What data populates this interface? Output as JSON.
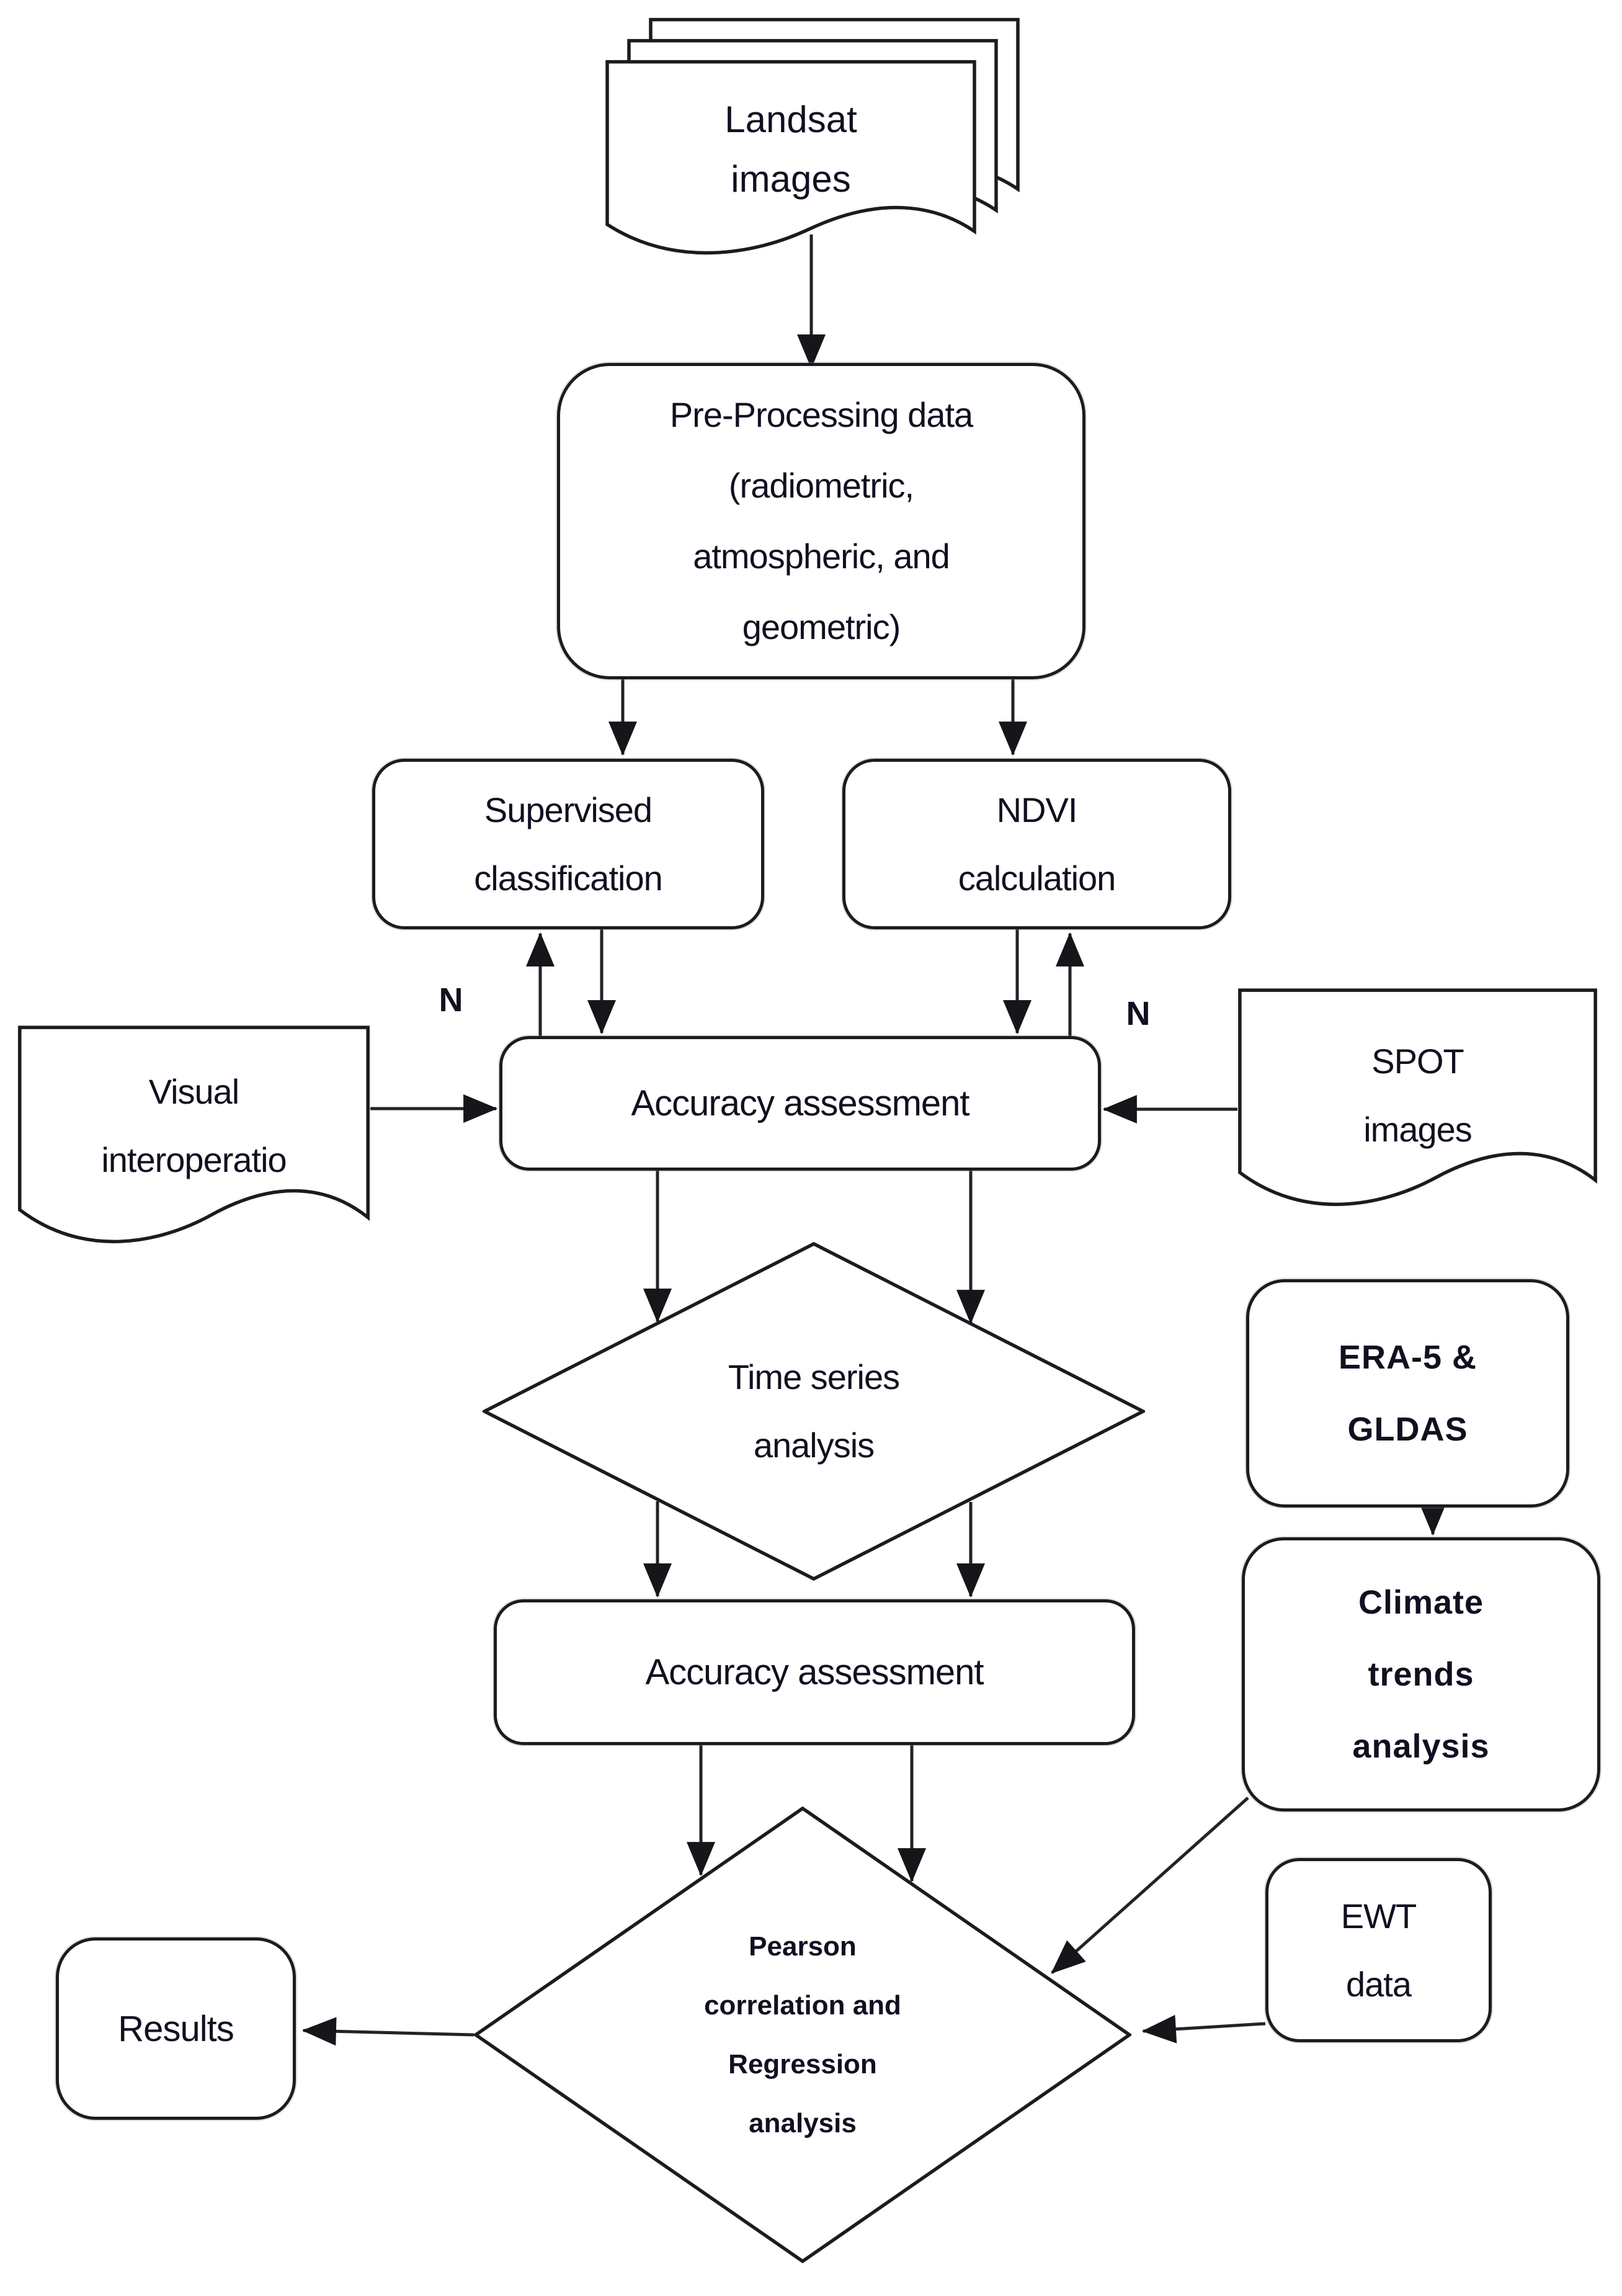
{
  "figure": {
    "type": "flowchart",
    "nodes": {
      "landsat": {
        "label": "Landsat\nimages",
        "shape": "multi-document"
      },
      "preprocessing": {
        "label": "Pre-Processing data\n(radiometric,\natmospheric, and\ngeometric)",
        "shape": "rounded-box"
      },
      "supervised": {
        "label": "Supervised\nclassification",
        "shape": "rounded-box"
      },
      "ndvi": {
        "label": "NDVI\ncalculation",
        "shape": "rounded-box"
      },
      "accuracy1": {
        "label": "Accuracy assessment",
        "shape": "rounded-box"
      },
      "visual": {
        "label": "Visual\ninteroperatio",
        "shape": "document"
      },
      "spot": {
        "label": "SPOT\nimages",
        "shape": "document"
      },
      "timeseries": {
        "label": "Time series\nanalysis",
        "shape": "diamond"
      },
      "accuracy2": {
        "label": "Accuracy assessment",
        "shape": "rounded-box"
      },
      "era5": {
        "label": "ERA-5 &\nGLDAS",
        "shape": "rounded-box"
      },
      "climate": {
        "label": "Climate\ntrends\nanalysis",
        "shape": "rounded-box"
      },
      "pearson": {
        "label": "Pearson\ncorrelation and\nRegression\nanalysis",
        "shape": "diamond"
      },
      "ewt": {
        "label": "EWT\ndata",
        "shape": "rounded-box"
      },
      "results": {
        "label": "Results",
        "shape": "rounded-box"
      }
    },
    "annotations": {
      "n_left": "N",
      "n_right": "N"
    },
    "colors": {
      "stroke": "#1b1b20",
      "text": "#101020",
      "background": "#ffffff"
    }
  }
}
